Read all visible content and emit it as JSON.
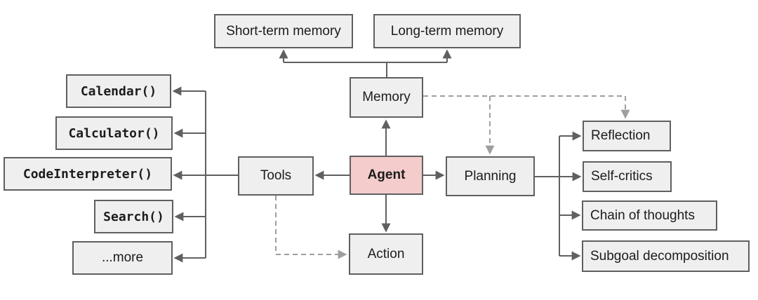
{
  "diagram": {
    "nodes": {
      "short_term_memory": {
        "label": "Short-term memory"
      },
      "long_term_memory": {
        "label": "Long-term memory"
      },
      "memory": {
        "label": "Memory"
      },
      "calendar": {
        "label": "Calendar()"
      },
      "calculator": {
        "label": "Calculator()"
      },
      "code_interpreter": {
        "label": "CodeInterpreter()"
      },
      "search": {
        "label": "Search()"
      },
      "more": {
        "label": "...more"
      },
      "tools": {
        "label": "Tools"
      },
      "agent": {
        "label": "Agent"
      },
      "planning": {
        "label": "Planning"
      },
      "action": {
        "label": "Action"
      },
      "reflection": {
        "label": "Reflection"
      },
      "self_critics": {
        "label": "Self-critics"
      },
      "chain_of_thoughts": {
        "label": "Chain of thoughts"
      },
      "subgoal_decomposition": {
        "label": "Subgoal decomposition"
      }
    },
    "edges": [
      {
        "from": "agent",
        "to": "memory",
        "style": "solid"
      },
      {
        "from": "memory",
        "to": "short_term_memory",
        "style": "solid"
      },
      {
        "from": "memory",
        "to": "long_term_memory",
        "style": "solid"
      },
      {
        "from": "agent",
        "to": "tools",
        "style": "solid"
      },
      {
        "from": "tools",
        "to": "calendar",
        "style": "solid"
      },
      {
        "from": "tools",
        "to": "calculator",
        "style": "solid"
      },
      {
        "from": "tools",
        "to": "code_interpreter",
        "style": "solid"
      },
      {
        "from": "tools",
        "to": "search",
        "style": "solid"
      },
      {
        "from": "tools",
        "to": "more",
        "style": "solid"
      },
      {
        "from": "agent",
        "to": "planning",
        "style": "solid"
      },
      {
        "from": "planning",
        "to": "reflection",
        "style": "solid"
      },
      {
        "from": "planning",
        "to": "self_critics",
        "style": "solid"
      },
      {
        "from": "planning",
        "to": "chain_of_thoughts",
        "style": "solid"
      },
      {
        "from": "planning",
        "to": "subgoal_decomposition",
        "style": "solid"
      },
      {
        "from": "agent",
        "to": "action",
        "style": "solid"
      },
      {
        "from": "memory",
        "to": "planning",
        "style": "dashed"
      },
      {
        "from": "memory",
        "to": "reflection",
        "style": "dashed"
      },
      {
        "from": "tools",
        "to": "action",
        "style": "dashed"
      }
    ],
    "colors": {
      "background": "#ffffff",
      "node_fill": "#efefef",
      "node_border": "#5f5f5f",
      "agent_fill": "#f4cccc",
      "solid_edge": "#606060",
      "dashed_edge": "#9e9e9e"
    }
  }
}
